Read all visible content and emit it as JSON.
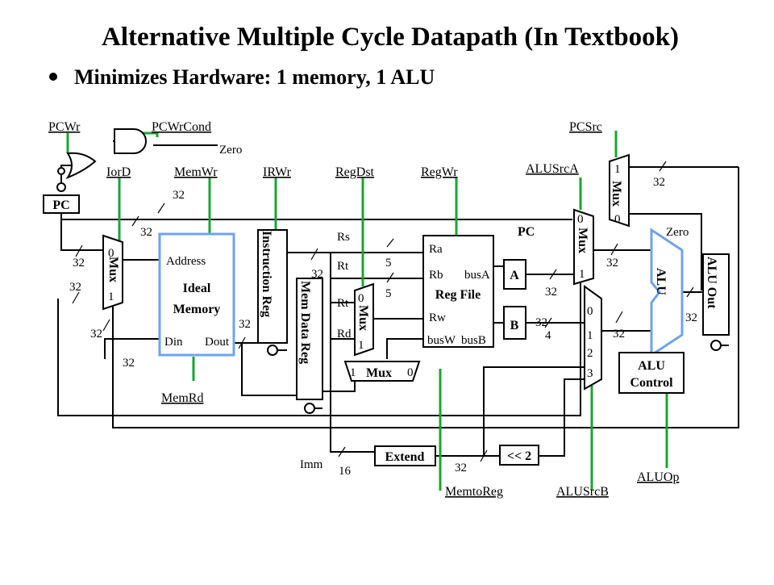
{
  "title": "Alternative Multiple Cycle Datapath (In Textbook)",
  "bullet": "Minimizes Hardware: 1 memory, 1 ALU",
  "signals": {
    "pcwr": "PCWr",
    "pcwrcond": "PCWrCond",
    "zero": "Zero",
    "iord": "IorD",
    "memwr": "MemWr",
    "irwr": "IRWr",
    "regdst": "RegDst",
    "regwr": "RegWr",
    "pcsrc": "PCSrc",
    "alusrca": "ALUSrcA",
    "memrd": "MemRd",
    "memtoreg": "MemtoReg",
    "alusrcb": "ALUSrcB",
    "aluop": "ALUOp"
  },
  "blocks": {
    "pc": "PC",
    "memory_address": "Address",
    "memory_name_1": "Ideal",
    "memory_name_2": "Memory",
    "memory_din": "Din",
    "memory_dout": "Dout",
    "instruction_reg": "Instruction Reg",
    "mem_data_reg": "Mem Data Reg",
    "reg_file": "Reg File",
    "ra": "Ra",
    "rb": "Rb",
    "rw": "Rw",
    "busa": "busA",
    "busw": "busW",
    "busb": "busB",
    "a": "A",
    "b": "B",
    "alu": "ALU",
    "alu_out": "ALU Out",
    "alu_control_1": "ALU",
    "alu_control_2": "Control",
    "extend": "Extend",
    "shift": "<< 2",
    "mux": "Mux"
  },
  "labels": {
    "rs": "Rs",
    "rt": "Rt",
    "rd": "Rd",
    "imm": "Imm",
    "pc_label": "PC",
    "zero_out": "Zero",
    "four": "4",
    "w32": "32",
    "w5": "5",
    "w16": "16",
    "zero_digit": "0",
    "one_digit": "1",
    "two_digit": "2",
    "three_digit": "3"
  }
}
